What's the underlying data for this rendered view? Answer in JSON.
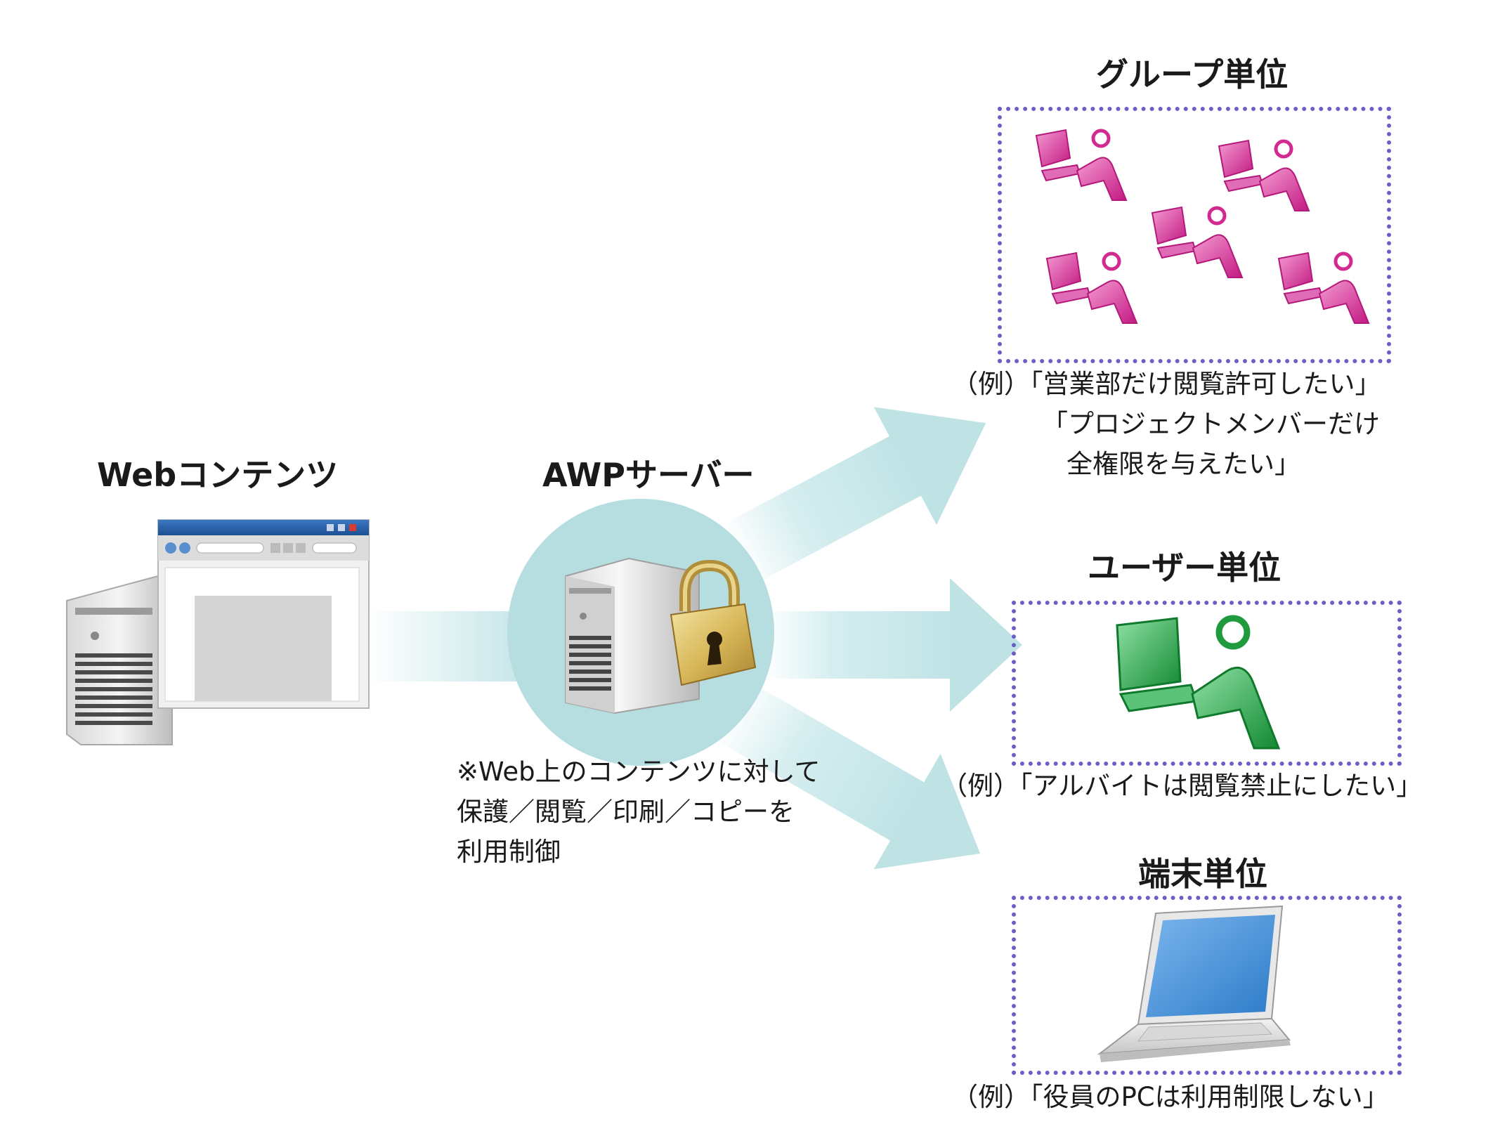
{
  "source": {
    "title": "Webコンテンツ"
  },
  "server": {
    "title": "AWPサーバー",
    "note": [
      "※Web上のコンテンツに対して",
      "保護／閲覧／印刷／コピーを",
      "利用制御"
    ]
  },
  "targets": {
    "group": {
      "title": "グループ単位",
      "example": [
        "（例）「営業部だけ閲覧許可したい」",
        "「プロジェクトメンバーだけ",
        "全権限を与えたい」"
      ]
    },
    "user": {
      "title": "ユーザー単位",
      "example": [
        "（例）「アルバイトは閲覧禁止にしたい」"
      ]
    },
    "terminal": {
      "title": "端末単位",
      "example": [
        "（例）「役員のPCは利用制限しない」"
      ]
    }
  },
  "colors": {
    "arrow": "#bfe3e5",
    "circle": "#b6dde0",
    "dotted_border": "#6b5fc7",
    "group_user": "#e0379e",
    "single_user": "#1f9a3c",
    "laptop_screen": "#3f8fd8"
  }
}
